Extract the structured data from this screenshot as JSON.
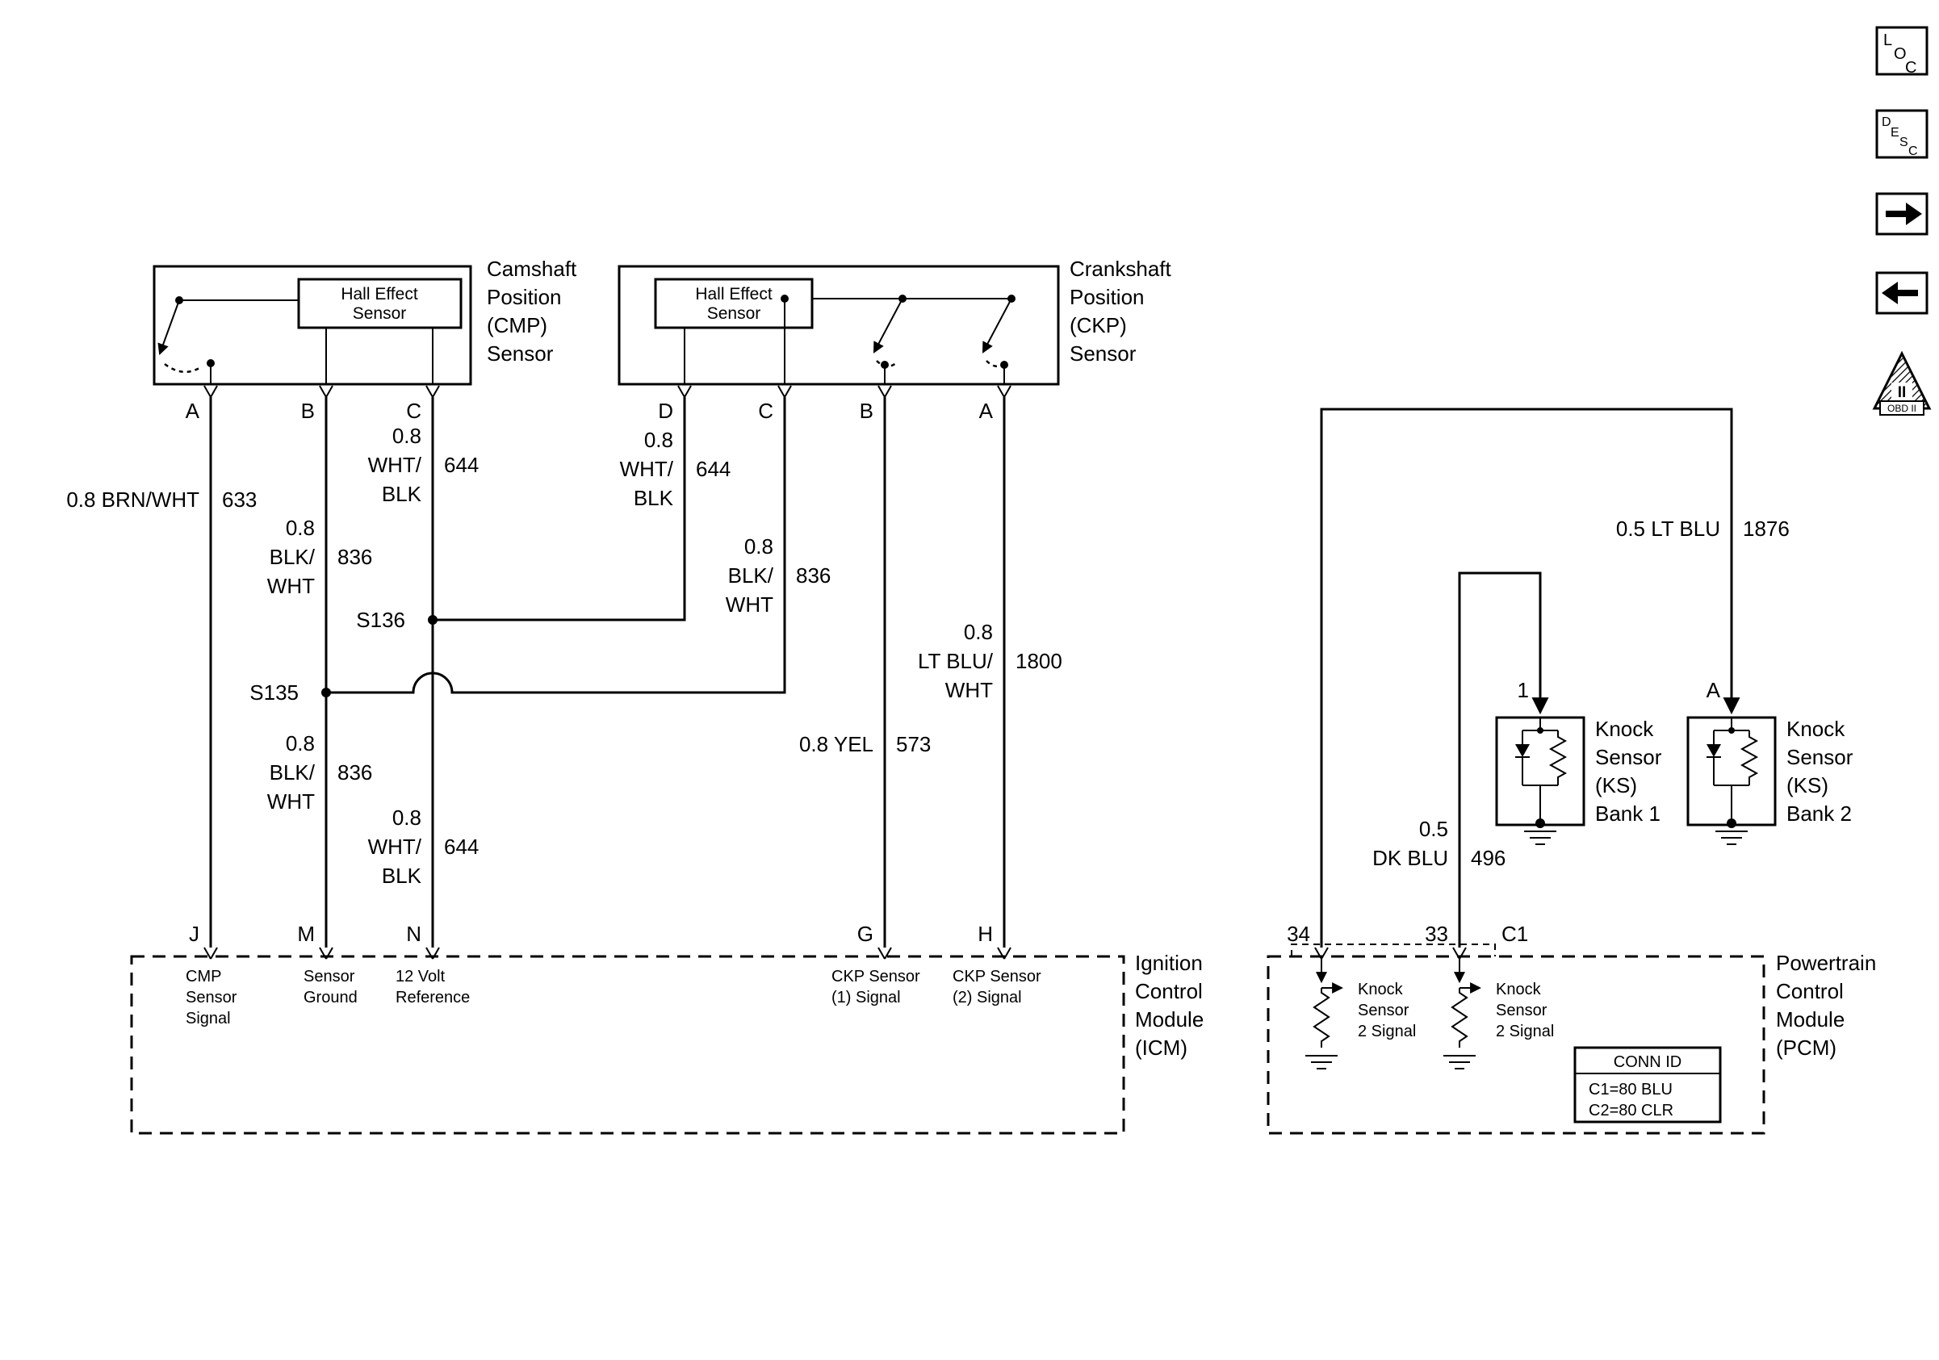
{
  "toolbar": {
    "loc": [
      "L",
      "O",
      "C"
    ],
    "desc": [
      "D",
      "E",
      "S",
      "C"
    ],
    "obd_mark": "II",
    "obd_label": "OBD II"
  },
  "cmp": {
    "hall": [
      "Hall Effect",
      "Sensor"
    ],
    "title": [
      "Camshaft",
      "Position",
      "(CMP)",
      "Sensor"
    ],
    "pins": [
      "A",
      "B",
      "C"
    ]
  },
  "ckp": {
    "hall": [
      "Hall Effect",
      "Sensor"
    ],
    "title": [
      "Crankshaft",
      "Position",
      "(CKP)",
      "Sensor"
    ],
    "pins": [
      "D",
      "C",
      "B",
      "A"
    ]
  },
  "splices": {
    "s135": "S135",
    "s136": "S136"
  },
  "wires": {
    "cmp_a": {
      "name": "0.8 BRN/WHT",
      "num": "633"
    },
    "cmp_c_upper": {
      "l0": "0.8",
      "l1": "WHT/",
      "l2": "BLK",
      "num": "644"
    },
    "cmp_b_upper": {
      "l0": "0.8",
      "l1": "BLK/",
      "l2": "WHT",
      "num": "836"
    },
    "ckp_d": {
      "l0": "0.8",
      "l1": "WHT/",
      "l2": "BLK",
      "num": "644"
    },
    "ckp_c": {
      "l0": "0.8",
      "l1": "BLK/",
      "l2": "WHT",
      "num": "836"
    },
    "ckp_a": {
      "l0": "0.8",
      "l1": "LT BLU/",
      "l2": "WHT",
      "num": "1800"
    },
    "ckp_b": {
      "name": "0.8 YEL",
      "num": "573"
    },
    "cmp_b_lower": {
      "l0": "0.8",
      "l1": "BLK/",
      "l2": "WHT",
      "num": "836"
    },
    "cmp_c_lower": {
      "l0": "0.8",
      "l1": "WHT/",
      "l2": "BLK",
      "num": "644"
    },
    "ks2_wire": {
      "name": "0.5 LT BLU",
      "num": "1876"
    },
    "ks1_wire": {
      "l0": "0.5",
      "l1": "DK BLU",
      "num": "496"
    }
  },
  "icm": {
    "pins": [
      "J",
      "M",
      "N",
      "G",
      "H"
    ],
    "pin_labels": [
      [
        "CMP",
        "Sensor",
        "Signal"
      ],
      [
        "Sensor",
        "Ground"
      ],
      [
        "12 Volt",
        "Reference"
      ],
      [
        "CKP Sensor",
        "(1) Signal"
      ],
      [
        "CKP Sensor",
        "(2) Signal"
      ]
    ],
    "title": [
      "Ignition",
      "Control",
      "Module",
      "(ICM)"
    ]
  },
  "ks1": {
    "pin": "1",
    "title": [
      "Knock",
      "Sensor",
      "(KS)",
      "Bank 1"
    ]
  },
  "ks2": {
    "pin": "A",
    "title": [
      "Knock",
      "Sensor",
      "(KS)",
      "Bank 2"
    ]
  },
  "pcm": {
    "pins": [
      "34",
      "33",
      "C1"
    ],
    "signals": [
      [
        "Knock",
        "Sensor",
        "2 Signal"
      ],
      [
        "Knock",
        "Sensor",
        "2 Signal"
      ]
    ],
    "conn_id": {
      "header": "CONN ID",
      "rows": [
        "C1=80 BLU",
        "C2=80 CLR"
      ]
    },
    "title": [
      "Powertrain",
      "Control",
      "Module",
      "(PCM)"
    ]
  }
}
